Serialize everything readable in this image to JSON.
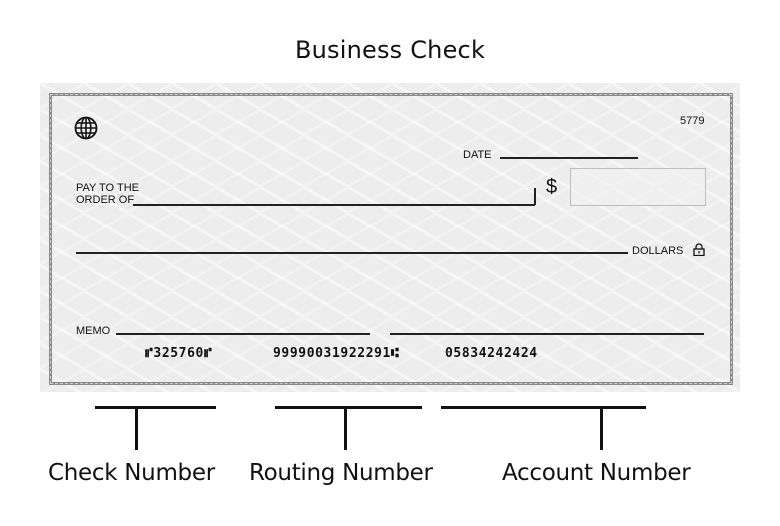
{
  "title": "Business Check",
  "check": {
    "check_number": "5779",
    "date_label": "DATE",
    "pay_to_line1": "PAY TO THE",
    "pay_to_line2": "ORDER OF",
    "currency_symbol": "$",
    "amount_value": "",
    "dollars_label": "DOLLARS",
    "memo_label": "MEMO",
    "icons": {
      "logo": "globe-icon",
      "security": "lock-icon"
    },
    "micr": {
      "check_number": "⑈325760⑈",
      "routing_number": "99990031922291⑆",
      "account_number": "05834242424"
    }
  },
  "callouts": [
    {
      "label": "Check Number"
    },
    {
      "label": "Routing Number"
    },
    {
      "label": "Account Number"
    }
  ],
  "colors": {
    "background": "#ffffff",
    "check_paper": "#ededed",
    "border": "#8a8a8a",
    "text": "#111111"
  }
}
